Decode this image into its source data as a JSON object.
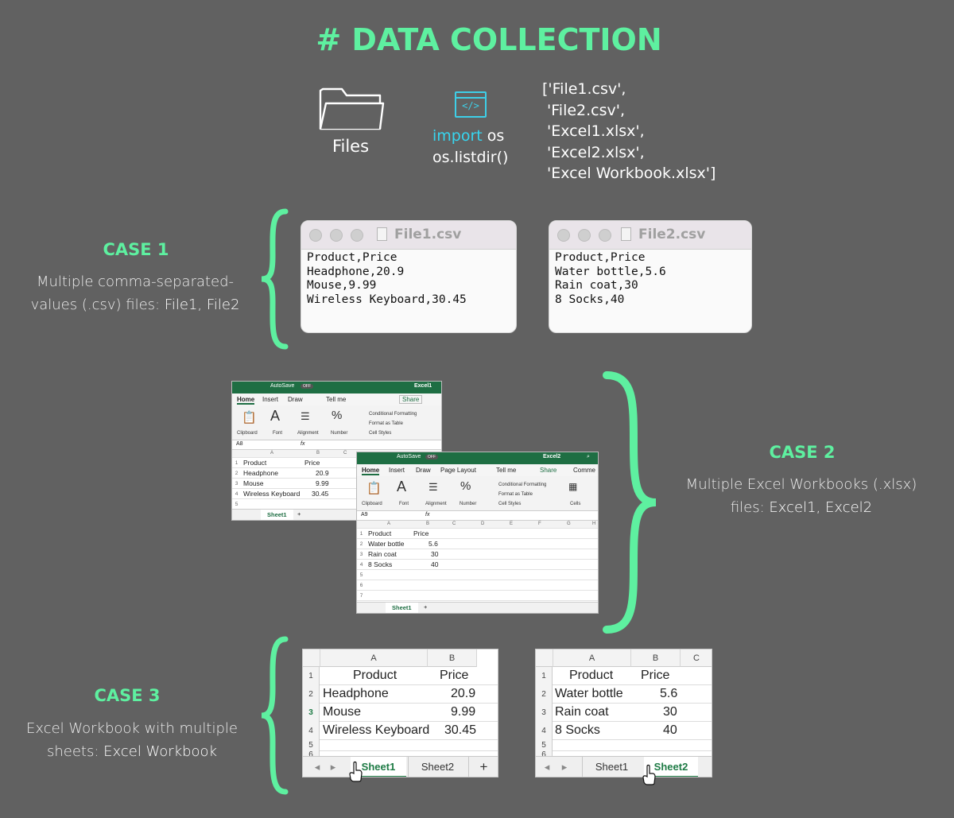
{
  "title": "# DATA COLLECTION",
  "top": {
    "files_label": "Files",
    "code_glyph": "</>",
    "code_import_kw": "import",
    "code_import_mod": " os",
    "code_call": "os.listdir()",
    "listing": [
      "['File1.csv',",
      " 'File2.csv',",
      " 'Excel1.xlsx',",
      " 'Excel2.xlsx',",
      " 'Excel Workbook.xlsx']"
    ]
  },
  "case1": {
    "title": "CASE 1",
    "desc_line1": "Multiple comma-separated-",
    "desc_line2_plain": "values (.csv) files: ",
    "desc_line2_hl": "File1, File2",
    "file1": {
      "title": "File1.csv",
      "content": "Product,Price\nHeadphone,20.9\nMouse,9.99\nWireless Keyboard,30.45"
    },
    "file2": {
      "title": "File2.csv",
      "content": "Product,Price\nWater bottle,5.6\nRain coat,30\n8 Socks,40"
    }
  },
  "case2": {
    "title": "CASE 2",
    "desc_line1": "Multiple Excel Workbooks (.xlsx)",
    "desc_line2_plain": "files: ",
    "desc_line2_hl": "Excel1, Excel2",
    "excel1": {
      "autosave": "AutoSave",
      "off": "OFF",
      "name": "Excel1",
      "tabs": [
        "Home",
        "Insert",
        "Draw",
        "Tell me"
      ],
      "share": "Share",
      "ribbon": [
        "Clipboard",
        "Font",
        "Alignment",
        "Number",
        "Conditional Formatting",
        "Format as Table",
        "Cell Styles"
      ],
      "cellref": "A8",
      "fx": "fx",
      "cols": [
        "A",
        "B",
        "C"
      ],
      "rows": [
        [
          "Product",
          "Price"
        ],
        [
          "Headphone",
          "20.9"
        ],
        [
          "Mouse",
          "9.99"
        ],
        [
          "Wireless Keyboard",
          "30.45"
        ],
        [
          "",
          ""
        ]
      ],
      "sheet": "Sheet1"
    },
    "excel2": {
      "autosave": "AutoSave",
      "off": "OFF",
      "name": "Excel2",
      "tabs": [
        "Home",
        "Insert",
        "Draw",
        "Page Layout",
        "Tell me"
      ],
      "share": "Share",
      "comments": "Comme",
      "ribbon": [
        "Clipboard",
        "Font",
        "Alignment",
        "Number",
        "Conditional Formatting",
        "Format as Table",
        "Cell Styles",
        "Cells"
      ],
      "cellref": "A9",
      "fx": "fx",
      "cols": [
        "A",
        "B",
        "C",
        "D",
        "E",
        "F",
        "G",
        "H"
      ],
      "rows": [
        [
          "Product",
          "Price"
        ],
        [
          "Water bottle",
          "5.6"
        ],
        [
          "Rain coat",
          "30"
        ],
        [
          "8 Socks",
          "40"
        ],
        [
          "",
          ""
        ],
        [
          "",
          ""
        ],
        [
          "",
          ""
        ]
      ],
      "sheet": "Sheet1"
    }
  },
  "case3": {
    "title": "CASE 3",
    "desc_line1": "Excel Workbook with multiple",
    "desc_line2_plain": "sheets: ",
    "desc_line2_hl": "Excel Workbook",
    "sheet1": {
      "cols": [
        "A",
        "B"
      ],
      "rows": [
        [
          "Product",
          "Price"
        ],
        [
          "Headphone",
          "20.9"
        ],
        [
          "Mouse",
          "9.99"
        ],
        [
          "Wireless Keyboard",
          "30.45"
        ],
        [
          "",
          ""
        ],
        [
          "",
          ""
        ]
      ],
      "tabs": [
        "Sheet1",
        "Sheet2",
        "+"
      ]
    },
    "sheet2": {
      "cols": [
        "A",
        "B",
        "C"
      ],
      "rows": [
        [
          "Product",
          "Price"
        ],
        [
          "Water bottle",
          "5.6"
        ],
        [
          "Rain coat",
          "30"
        ],
        [
          "8 Socks",
          "40"
        ],
        [
          "",
          ""
        ],
        [
          "",
          ""
        ]
      ],
      "tabs": [
        "Sheet1",
        "Sheet2"
      ]
    }
  },
  "colors": {
    "accent": "#5ef0a0",
    "background": "#616161",
    "code": "#36d6f0",
    "excel_green": "#1e6e43"
  }
}
